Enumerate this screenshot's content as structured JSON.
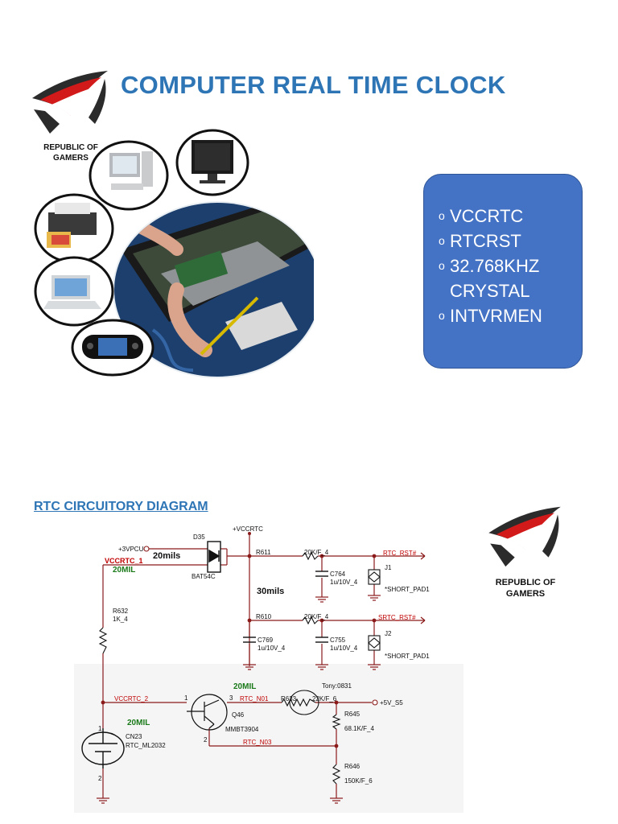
{
  "page": {
    "title": "COMPUTER REAL TIME CLOCK",
    "section_title": "RTC CIRCUITORY DIAGRAM"
  },
  "logo": {
    "line1": "REPUBLIC OF",
    "line2": "GAMERS"
  },
  "bullets": {
    "marker": "o",
    "items": [
      "VCCRTC",
      "RTCRST",
      "32.768KHZ CRYSTAL",
      "INTVRMEN"
    ]
  },
  "schematic": {
    "labels": {
      "vpcu": "+3VPCU",
      "d35": "D35",
      "vccrtc_top": "+VCCRTC",
      "vccrtc_1": "VCCRTC_1",
      "mils20": "20mils",
      "mil20_a": "20MIL",
      "bat54c": "BAT54C",
      "r611": "R611",
      "r611_val": "20K/F_4",
      "rtc_rst": "RTC_RST#",
      "j1": "J1",
      "c764": "C764",
      "c764_val": "1u/10V_4",
      "short_pad1_a": "*SHORT_PAD1",
      "mils30": "30mils",
      "r632": "R632",
      "r632_val": "1K_4",
      "r610": "R610",
      "r610_val": "20K/F_4",
      "srtc_rst": "SRTC_RST#",
      "j2": "J2",
      "c769": "C769",
      "c769_val": "1u/10V_4",
      "c755": "C755",
      "c755_val": "1u/10V_4",
      "short_pad1_b": "*SHORT_PAD1",
      "tony": "Tony:0831",
      "mil20_b": "20MIL",
      "vccrtc_2": "VCCRTC_2",
      "rtc_n01": "RTC_N01",
      "r633": "R633",
      "r633_val": "22K/F_6",
      "v5s5": "+5V_S5",
      "q46": "Q46",
      "mmbt": "MMBT3904",
      "r645": "R645",
      "r645_val": "68.1K/F_4",
      "mil20_c": "20MIL",
      "cn23": "CN23",
      "rtc_ml": "RTC_ML2032",
      "rtc_n03": "RTC_N03",
      "r646": "R646",
      "r646_val": "150K/F_6",
      "pin1": "1",
      "pin2": "2",
      "pin3": "3"
    }
  },
  "colors": {
    "title": "#2e75b6",
    "box_fill": "#4472c4",
    "net_dark_red": "#8b1a1a",
    "net_label_red": "#c00000",
    "green_label": "#1a7a1a",
    "wire": "#8b1a1a"
  }
}
